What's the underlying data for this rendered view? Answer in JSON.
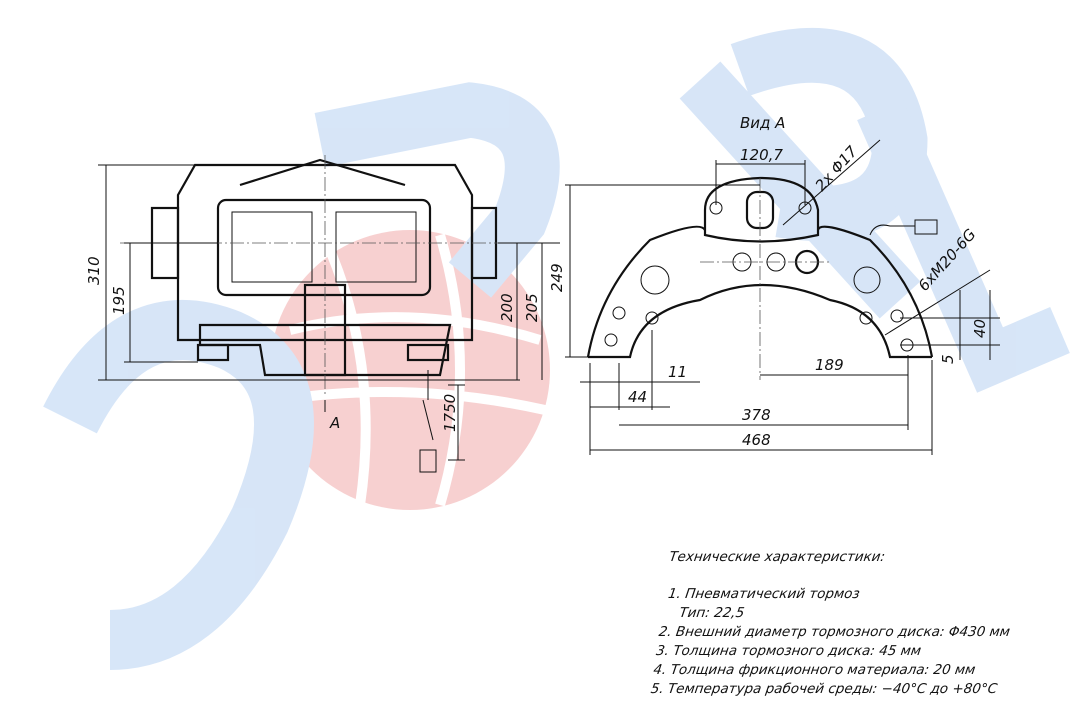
{
  "colors": {
    "watermark_blue": "#cfe0f6",
    "watermark_red": "#f7c9c9",
    "line": "#111111"
  },
  "side_view": {
    "dimensions": {
      "height_total": "310",
      "height_axis": "195",
      "dim_200": "200",
      "dim_205": "205",
      "cable_length": "1750"
    },
    "view_marker": "A"
  },
  "view_a": {
    "title": "Вид А",
    "dimensions": {
      "bolt_spacing": "120,7",
      "holes": "2x Φ17",
      "height": "249",
      "thread": "6xM20-6G",
      "dim_40": "40",
      "dim_5": "5",
      "dim_11": "11",
      "dim_44": "44",
      "dim_189": "189",
      "dim_378": "378",
      "dim_468": "468"
    }
  },
  "specs": {
    "title": "Технические характеристики:",
    "items": [
      "1. Пневматический тормоз",
      "Тип: 22,5",
      "2. Внешний диаметр тормозного диска: Φ430 мм",
      "3. Толщина тормозного диска: 45 мм",
      "4. Толщина фрикционного материала: 20 мм",
      "5. Температура рабочей среды:  −40°С до +80°С"
    ]
  }
}
